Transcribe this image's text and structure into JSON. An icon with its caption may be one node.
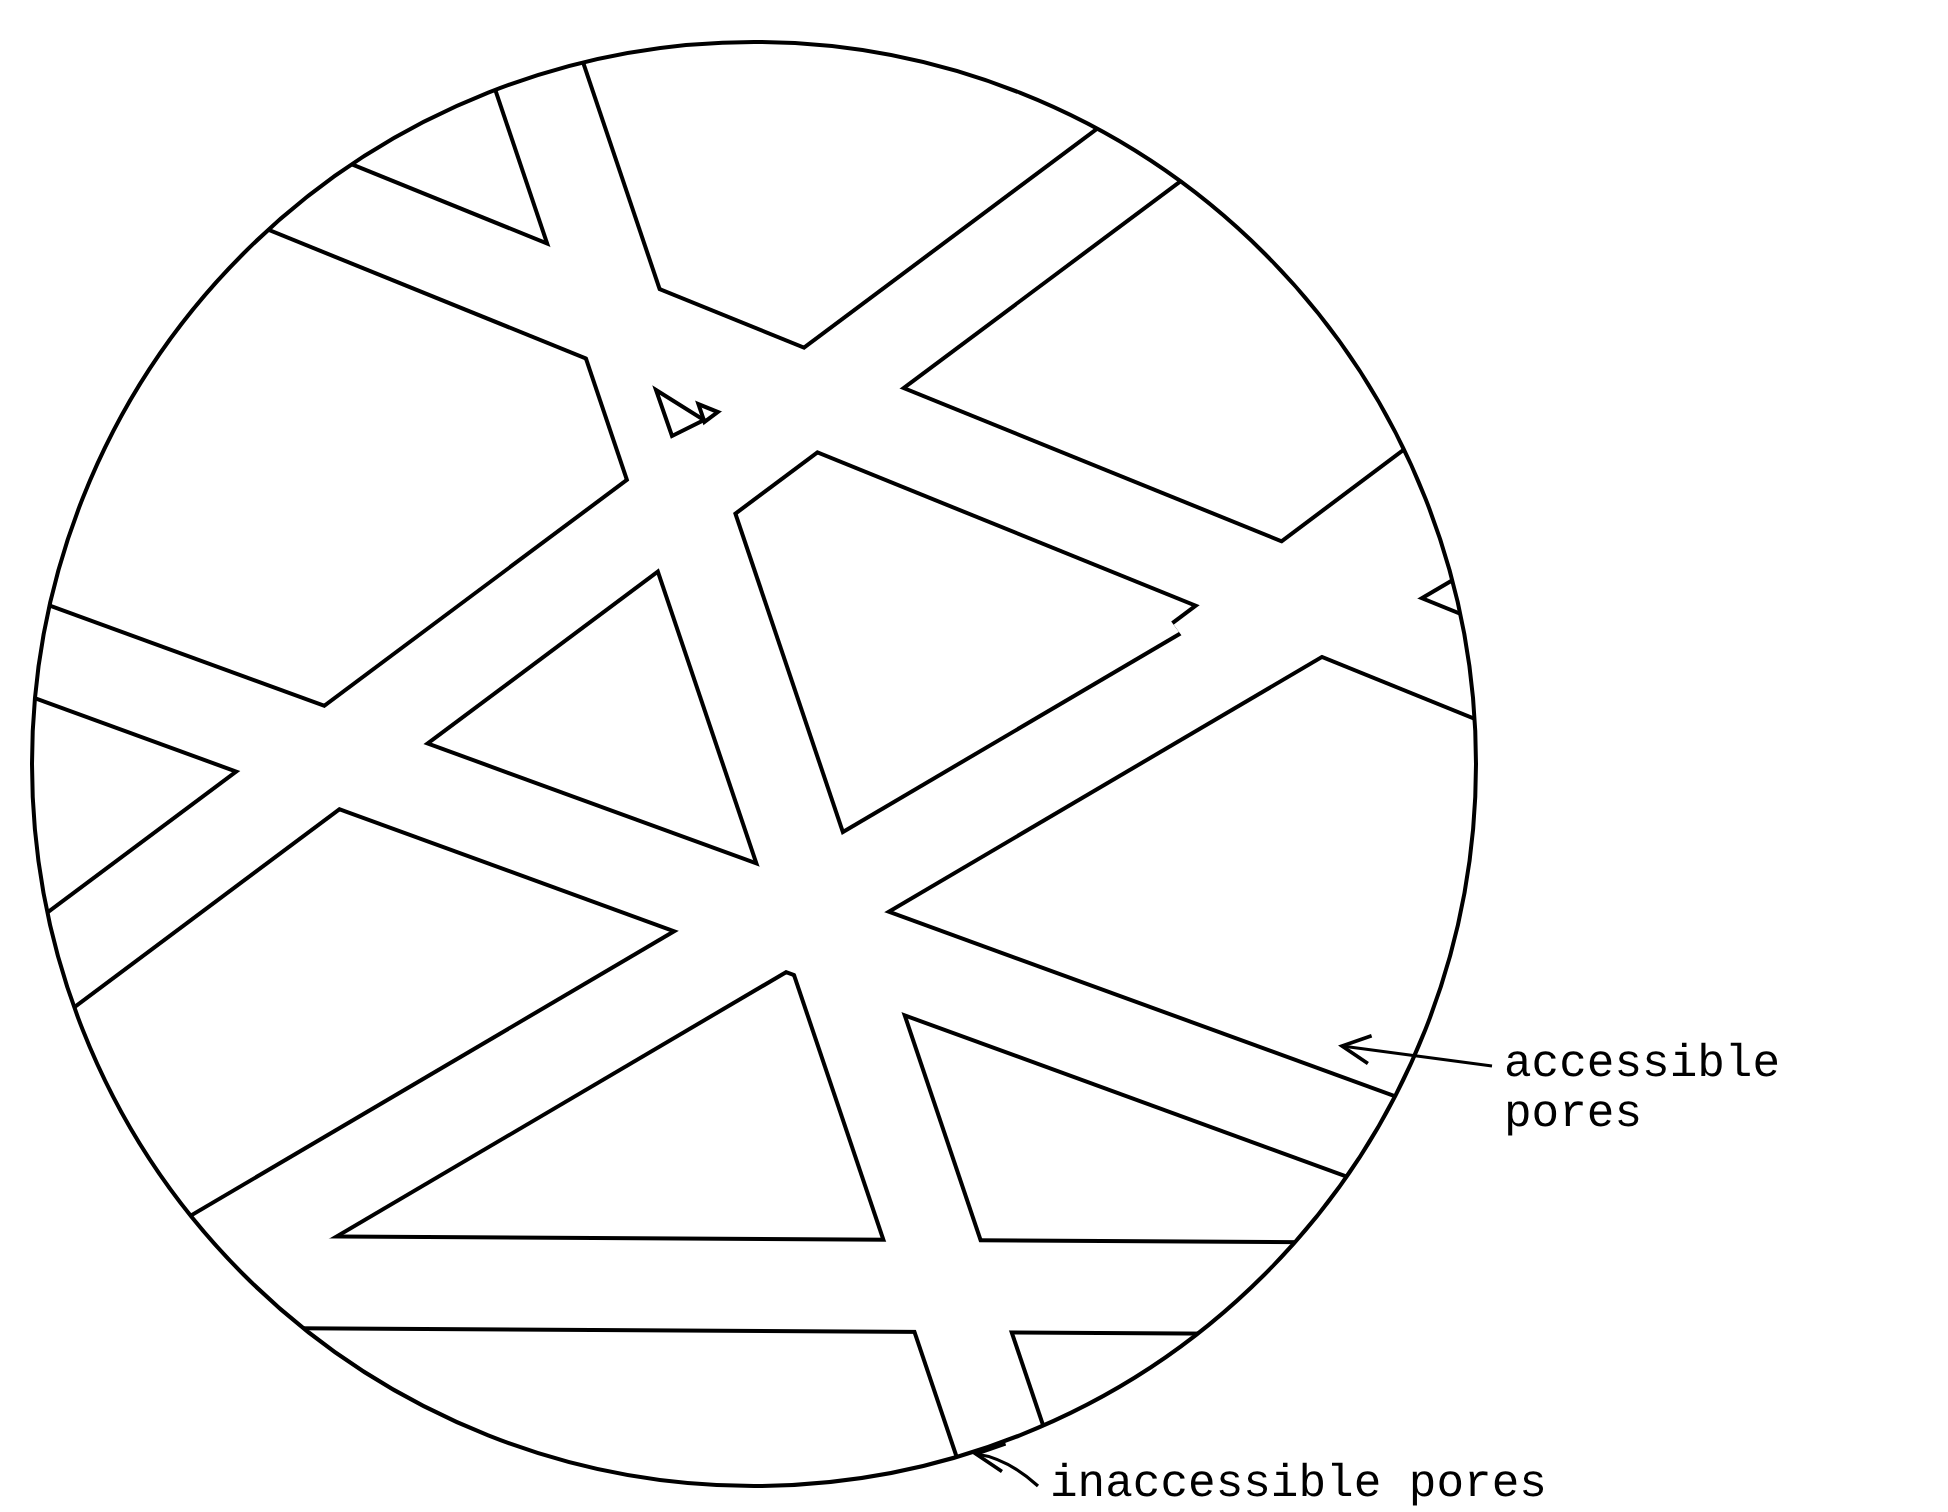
{
  "diagram": {
    "nodes": [
      {
        "text": [
          "accessible pores"
        ]
      },
      {
        "text": [
          "inaccessible pores"
        ]
      }
    ],
    "edges": [
      {
        "from": 0,
        "to": null,
        "arrow": "to"
      },
      {
        "from": 1,
        "to": null,
        "arrow": "to"
      }
    ]
  }
}
